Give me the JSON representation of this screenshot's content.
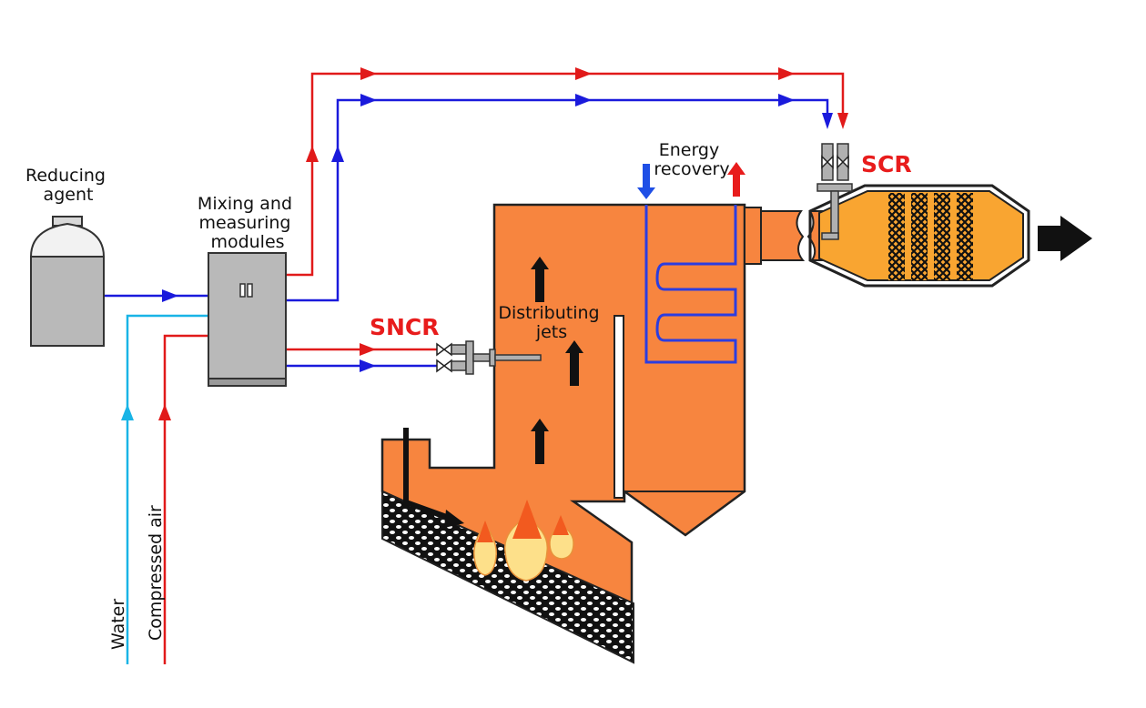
{
  "labels": {
    "reducing_agent": [
      "Reducing",
      "agent"
    ],
    "mixing": [
      "Mixing and",
      "measuring",
      "modules"
    ],
    "energy": [
      "Energy",
      "recovery"
    ],
    "distributing": [
      "Distributing",
      "jets"
    ],
    "sncr": "SNCR",
    "scr": "SCR",
    "water": "Water",
    "compressed_air": "Compressed air"
  },
  "colors": {
    "red_line": "#e11a1a",
    "blue_line": "#1a1adc",
    "cyan_line": "#19b4e6",
    "furnace": "#f7853f",
    "catalyst_housing": "#f9a531",
    "tank": "#b9b9b9",
    "label_accent": "#e81c1c",
    "coil": "#2b3de0"
  },
  "icons": [
    "tank-icon",
    "valve-icon",
    "flame-icon",
    "exhaust-arrow-icon",
    "flow-arrow-icon"
  ]
}
